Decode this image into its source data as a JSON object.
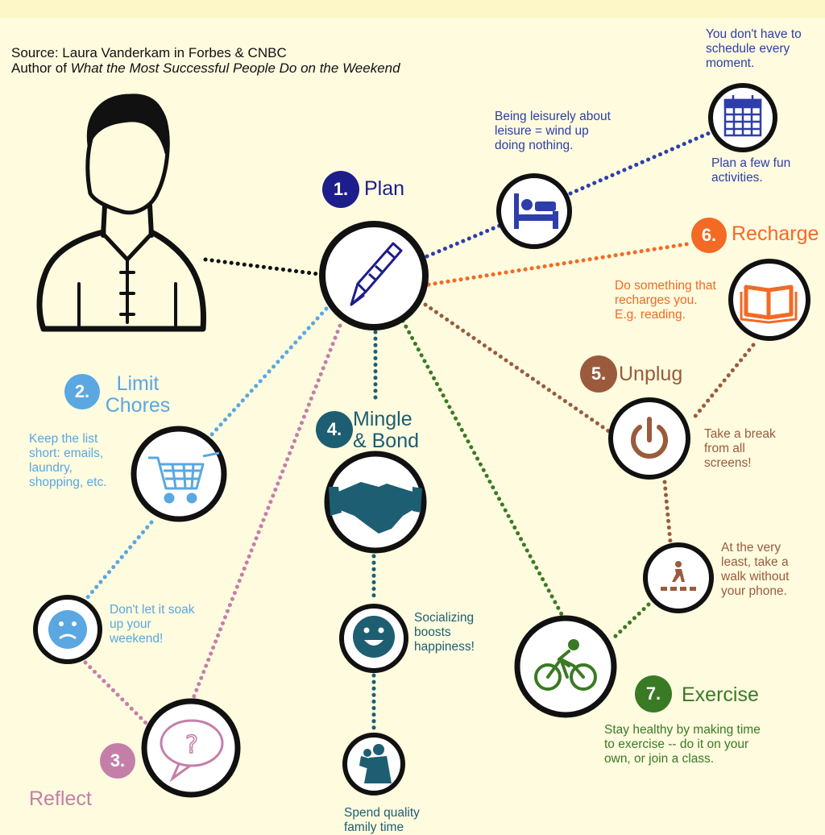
{
  "source": {
    "line1": "Source: Laura Vanderkam in Forbes & CNBC",
    "line2_prefix": "Author of ",
    "line2_book": "What the Most Successful People Do on the Weekend"
  },
  "colors": {
    "plan": "#1d1d8c",
    "chores": "#5aa7e2",
    "reflect": "#c47fa9",
    "mingle": "#1d5e72",
    "unplug": "#9a5b3c",
    "recharge": "#f26a24",
    "exercise": "#3a7a24",
    "schedule": "#2d3eaa"
  },
  "steps": {
    "plan": {
      "number": "1.",
      "title": "Plan"
    },
    "chores": {
      "number": "2.",
      "title_line1": "Limit",
      "title_line2": "Chores"
    },
    "reflect": {
      "number": "3.",
      "title": "Reflect"
    },
    "mingle": {
      "number": "4.",
      "title_line1": "Mingle",
      "title_line2": "& Bond"
    },
    "unplug": {
      "number": "5.",
      "title": "Unplug"
    },
    "recharge": {
      "number": "6.",
      "title": "Recharge"
    },
    "exercise": {
      "number": "7.",
      "title": "Exercise"
    }
  },
  "notes": {
    "schedule": [
      "You don't have to",
      "schedule every",
      "moment."
    ],
    "fun": [
      "Plan a few fun",
      "activities."
    ],
    "leisure": [
      "Being leisurely about",
      "leisure = wind up",
      "doing nothing."
    ],
    "recharge": [
      "Do something that",
      "recharges you.",
      "E.g. reading."
    ],
    "unplug": [
      "Take a break",
      "from all",
      "screens!"
    ],
    "walk": [
      "At the very",
      "least, take a",
      "walk without",
      "your phone."
    ],
    "chores": [
      "Keep the list",
      "short: emails,",
      "laundry,",
      "shopping, etc."
    ],
    "sad": [
      "Don't let it soak",
      "up your",
      "weekend!"
    ],
    "social": [
      "Socializing",
      "boosts",
      "happiness!"
    ],
    "family": [
      "Spend quality",
      "family time"
    ],
    "exercise": [
      "Stay healthy by making time",
      "to exercise -- do it on your",
      "own, or join a class."
    ]
  },
  "icons": {
    "person": "person-silhouette-icon",
    "plan": "pencil-icon",
    "leisure": "bed-icon",
    "schedule": "calendar-icon",
    "recharge": "open-book-icon",
    "unplug": "power-icon",
    "walk": "pedestrian-crossing-icon",
    "exercise": "bicycle-icon",
    "chores": "shopping-cart-icon",
    "sad": "sad-face-icon",
    "mingle": "handshake-icon",
    "social": "smiley-face-icon",
    "family": "parent-child-icon",
    "reflect": "question-bubble-icon"
  }
}
